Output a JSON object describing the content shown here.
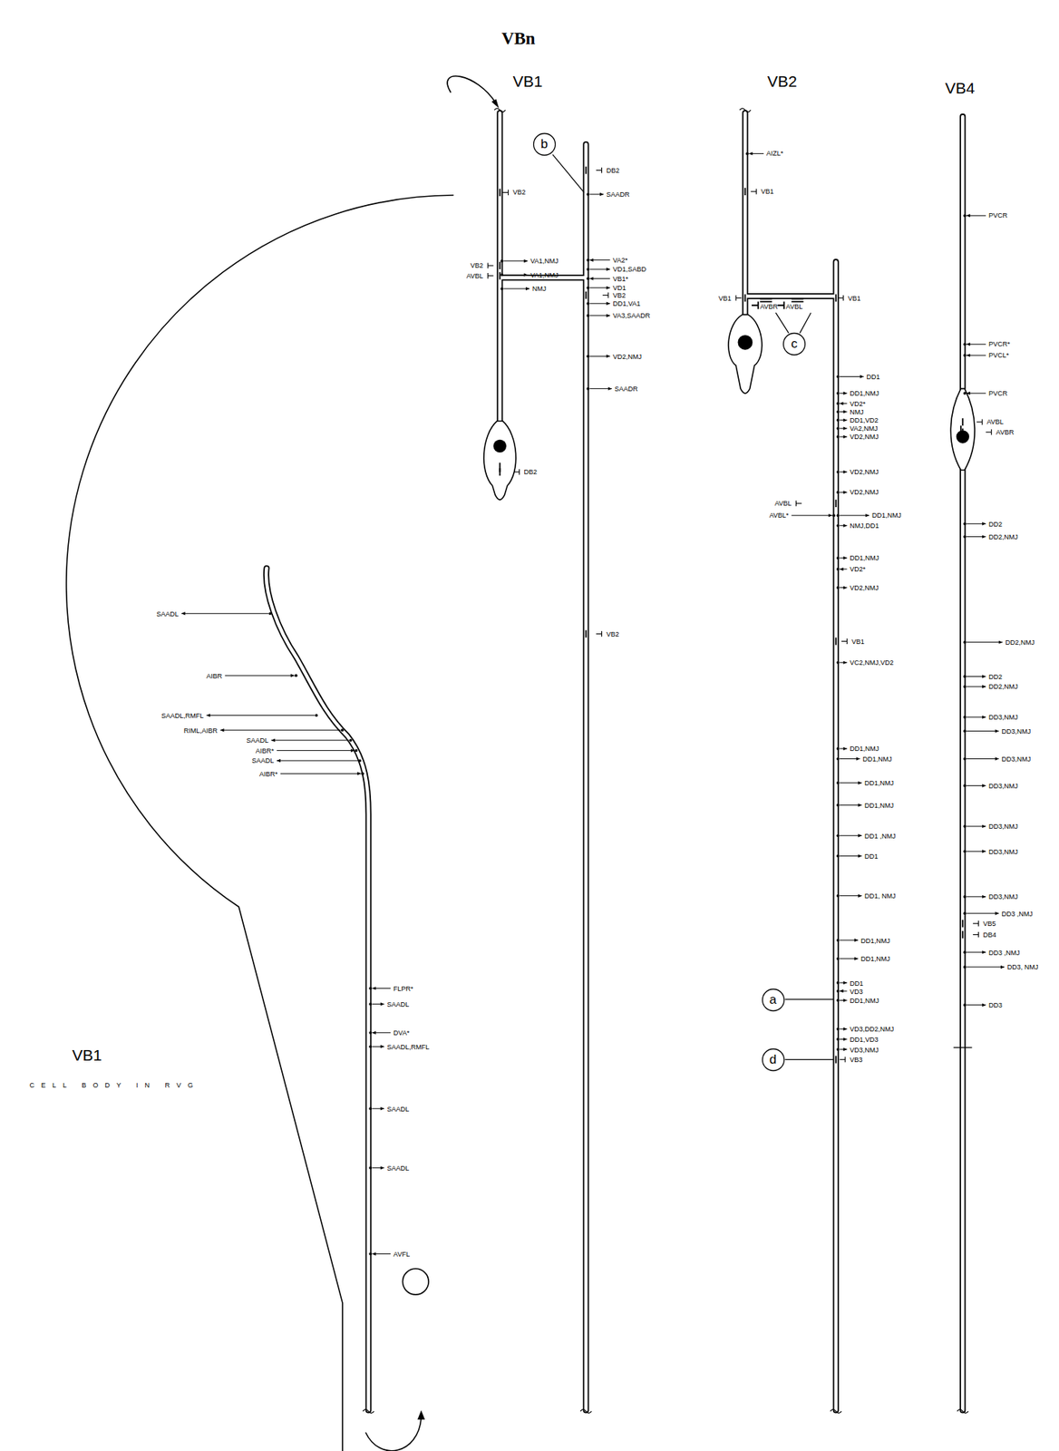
{
  "diagram": {
    "title": "VBn",
    "nodes": [
      {
        "text": [
          "b"
        ]
      },
      {
        "text": [
          "c"
        ]
      },
      {
        "text": [
          "a"
        ]
      },
      {
        "text": [
          "d"
        ]
      }
    ],
    "labels": [
      "VB1",
      "VB2",
      "VB4",
      "VB2",
      "VA1,NMJ",
      "VA1,NMJ",
      "VB2",
      "AVBL",
      "NMJ",
      "DB2",
      "DB2",
      "SAADR",
      "VA2*",
      "VD1,SABD",
      "VB1*",
      "VD1",
      "VB2",
      "DD1,VA1",
      "VA3,SAADR",
      "VD2,NMJ",
      "SAADR",
      "VB2",
      "AIZL*",
      "VB1",
      "VB1",
      "AVBR",
      "AVBL",
      "VB1",
      "DD1",
      "DD1,NMJ",
      "VD2*",
      "NMJ",
      "DD1,VD2",
      "VA2,NMJ",
      "VD2,NMJ",
      "VD2,NMJ",
      "VD2,NMJ",
      "AVBL",
      "AVBL*",
      "DD1,NMJ",
      "NMJ,DD1",
      "DD1,NMJ",
      "VD2*",
      "VD2,NMJ",
      "VB1",
      "VC2,NMJ,VD2",
      "DD1,NMJ",
      "DD1,NMJ",
      "DD1,NMJ",
      "DD1,NMJ",
      "DD1 ,NMJ",
      "DD1",
      "DD1, NMJ",
      "DD1,NMJ",
      "DD1,NMJ",
      "DD1",
      "VD3",
      "DD1,NMJ",
      "VD3,DD2,NMJ",
      "DD1,VD3",
      "VD3,NMJ",
      "VB3",
      "PVCR",
      "PVCR*",
      "PVCL*",
      "PVCR",
      "AVBL",
      "AVBR",
      "DD2",
      "DD2,NMJ",
      "DD2,NMJ",
      "DD2",
      "DD2,NMJ",
      "DD3,NMJ",
      "DD3,NMJ",
      "DD3,NMJ",
      "DD3,NMJ",
      "DD3,NMJ",
      "DD3,NMJ",
      "DD3,NMJ",
      "DD3 ,NMJ",
      "VB5",
      "DB4",
      "DD3 ,NMJ",
      "DD3, NMJ",
      "DD3",
      "SAADL",
      "AIBR",
      "SAADL,RMFL",
      "RIML,AIBR",
      "SAADL",
      "AIBR*",
      "SAADL",
      "AIBR*",
      "FLPR*",
      "SAADL",
      "DVA*",
      "SAADL,RMFL",
      "SAADL",
      "SAADL",
      "AVFL",
      "VB1",
      "CELL BODY IN RVG"
    ]
  }
}
